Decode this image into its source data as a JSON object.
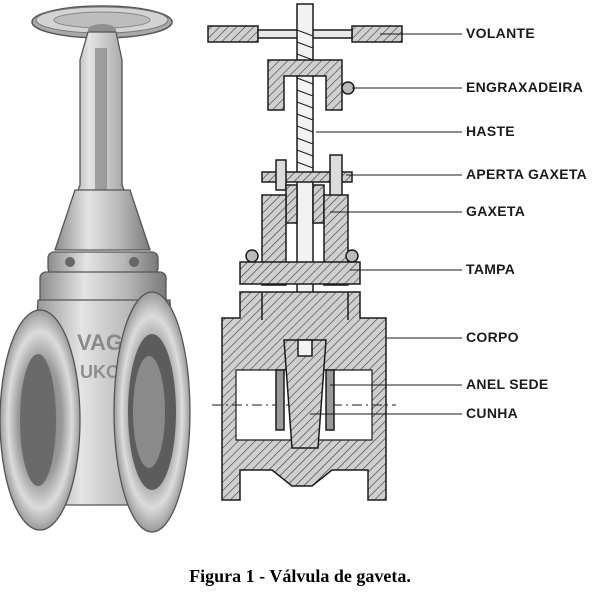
{
  "diagram": {
    "labels": [
      {
        "id": "volante",
        "text": "VOLANTE"
      },
      {
        "id": "engraxadeira",
        "text": "ENGRAXADEIRA"
      },
      {
        "id": "haste",
        "text": "HASTE"
      },
      {
        "id": "aperta-gaxeta",
        "text": "APERTA GAXETA"
      },
      {
        "id": "gaxeta",
        "text": "GAXETA"
      },
      {
        "id": "tampa",
        "text": "TAMPA"
      },
      {
        "id": "corpo",
        "text": "CORPO"
      },
      {
        "id": "anel-sede",
        "text": "ANEL SEDE"
      },
      {
        "id": "cunha",
        "text": "CUNHA"
      }
    ],
    "photo_body_marking": "VAG"
  },
  "caption": "Figura 1 - Válvula de gaveta.",
  "colors": {
    "ink": "#1b1b1b",
    "metal_light": "#d9d9d9",
    "metal_mid": "#a8a8a8",
    "metal_dark": "#6e6e6e",
    "section_fill": "#cfcfcf",
    "hatch": "#3a3a3a"
  }
}
